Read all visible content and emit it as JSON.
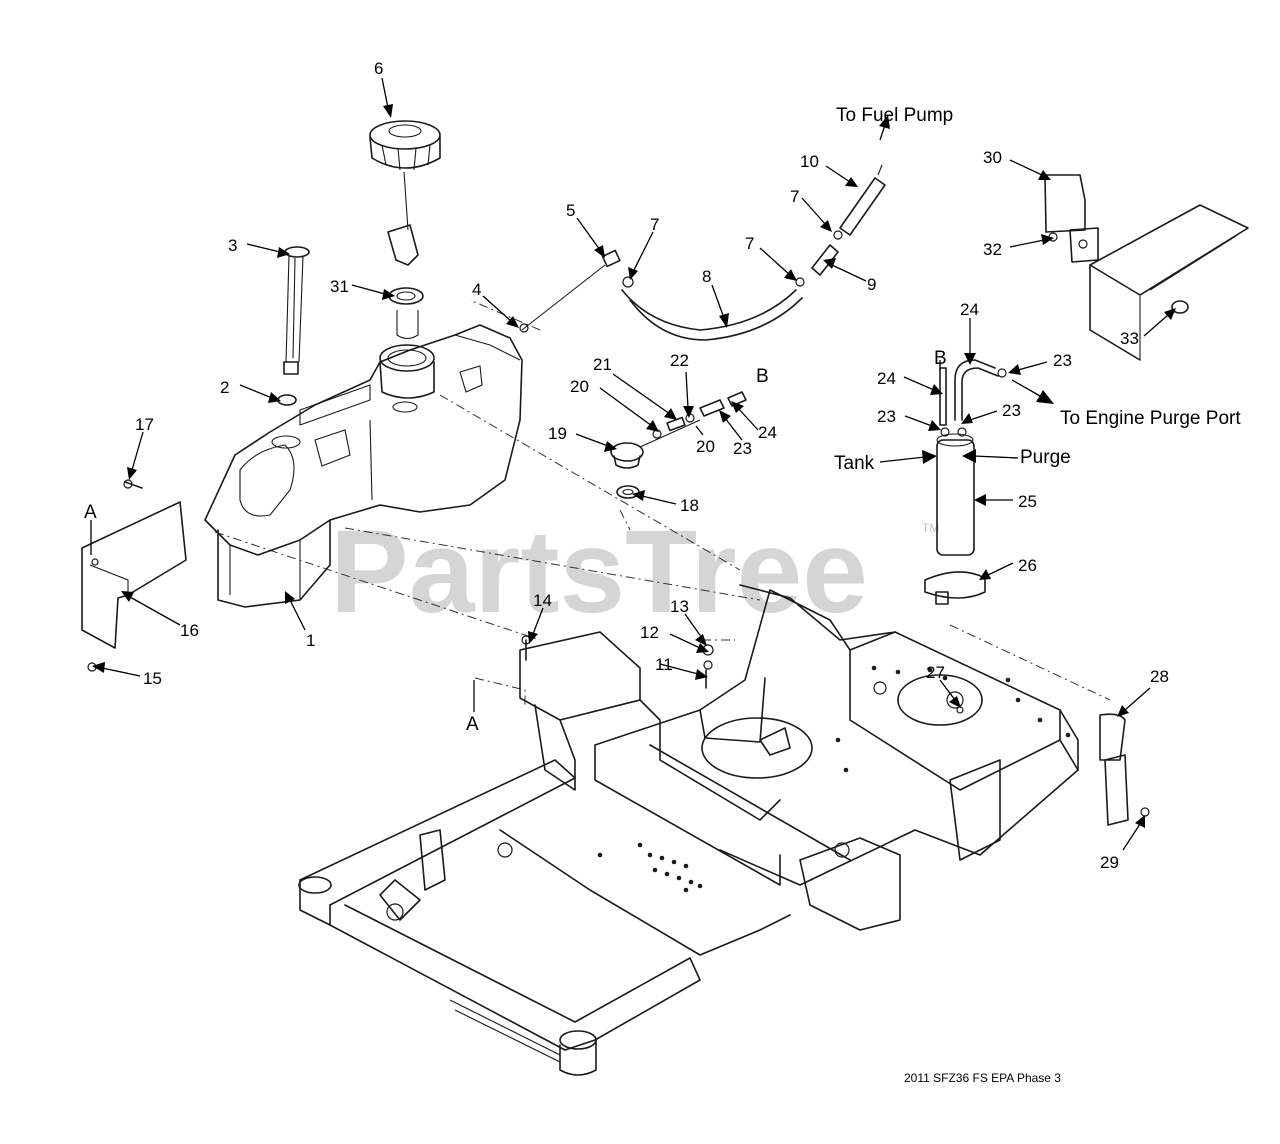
{
  "watermark": {
    "text": "PartsTree",
    "tm": "TM"
  },
  "footer": "2011 SFZ36 FS EPA Phase 3",
  "callouts": [
    "1",
    "2",
    "3",
    "4",
    "5",
    "6",
    "7",
    "7",
    "7",
    "8",
    "9",
    "10",
    "11",
    "12",
    "13",
    "14",
    "15",
    "16",
    "17",
    "18",
    "19",
    "20",
    "20",
    "21",
    "22",
    "23",
    "23",
    "23",
    "23",
    "24",
    "24",
    "24",
    "25",
    "26",
    "27",
    "28",
    "29",
    "30",
    "31",
    "32",
    "33"
  ],
  "view_refs": [
    "A",
    "A",
    "B",
    "B"
  ],
  "notes": {
    "to_fuel_pump": "To Fuel Pump",
    "to_engine_purge_port": "To Engine Purge Port",
    "tank": "Tank",
    "purge": "Purge"
  }
}
